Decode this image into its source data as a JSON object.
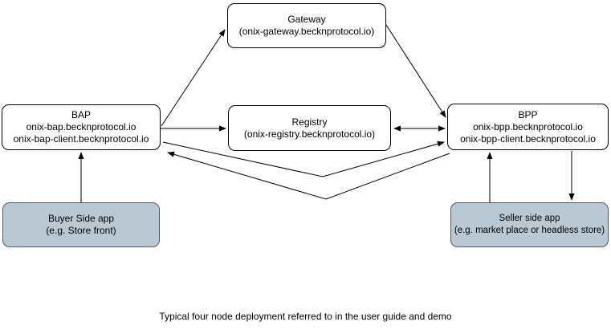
{
  "diagram": {
    "nodes": {
      "gateway": {
        "title": "Gateway",
        "line1": "(onix-gateway.becknprotocol.io)"
      },
      "bap": {
        "title": "BAP",
        "line1": "onix-bap.becknprotocol.io",
        "line2": "onix-bap-client.becknprotocol.io"
      },
      "registry": {
        "title": "Registry",
        "line1": "(onix-registry.becknprotocol.io)"
      },
      "bpp": {
        "title": "BPP",
        "line1": "onix-bpp.becknprotocol.io",
        "line2": "onix-bpp-client.becknprotocol.io"
      },
      "buyer_app": {
        "title": "Buyer Side app",
        "line1": "(e.g. Store front)"
      },
      "seller_app": {
        "title": "Seller side app",
        "line1": "(e.g. market place or headless store)"
      }
    },
    "edges": [
      {
        "from": "bap",
        "to": "gateway",
        "direction": "one-way"
      },
      {
        "from": "gateway",
        "to": "bpp",
        "direction": "one-way"
      },
      {
        "from": "bap",
        "to": "registry",
        "direction": "one-way"
      },
      {
        "from": "registry",
        "to": "bpp",
        "direction": "two-way"
      },
      {
        "from": "bap",
        "to": "bpp",
        "direction": "one-way",
        "shape": "v-path"
      },
      {
        "from": "bpp",
        "to": "bap",
        "direction": "one-way",
        "shape": "v-path"
      },
      {
        "from": "buyer_app",
        "to": "bap",
        "direction": "one-way"
      },
      {
        "from": "seller_app",
        "to": "bpp",
        "direction": "one-way"
      },
      {
        "from": "bpp",
        "to": "seller_app",
        "direction": "one-way"
      }
    ],
    "caption": "Typical four node deployment referred to in the user guide and demo",
    "colors": {
      "node_fill": "#ffffff",
      "node_border": "#000000",
      "app_fill": "#bac8d3",
      "app_border": "#475b6b",
      "arrow": "#000000"
    }
  }
}
